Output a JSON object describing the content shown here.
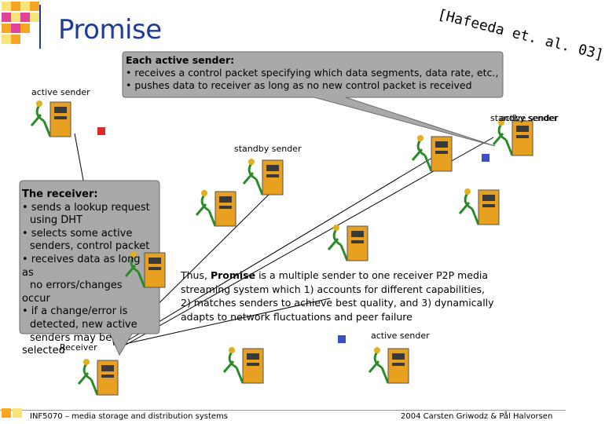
{
  "slide": {
    "title": "Promise",
    "citation": "[Hafeeda et. al. 03]"
  },
  "sender_callout": {
    "heading": "Each active sender:",
    "bullets": [
      "• receives a control packet specifying which data segments, data rate, etc.,",
      "• pushes data to receiver as long as no new control packet is received"
    ]
  },
  "receiver_callout": {
    "heading": "The receiver:",
    "lines": [
      "• sends a lookup request",
      "using DHT",
      "• selects some active",
      "senders, control packet",
      "• receives data as long",
      "as",
      "no errors/changes",
      "occur",
      "• if a change/error is",
      "detected, new active",
      "senders may be",
      "selected"
    ]
  },
  "summary": {
    "prefix": "Thus, ",
    "emphasis": "Promise",
    "body": " is a multiple sender to one receiver P2P media streaming system which 1) accounts for different capabilities, 2) matches senders to achieve best quality, and 3) dynamically adapts to network fluctuations and peer failure"
  },
  "labels": {
    "active_sender_top": "active sender",
    "standby_sender_right_a": "standby sender",
    "standby_sender_right_b": "active sender",
    "standby_sender_mid": "standby sender",
    "active_sender_bottom": "active sender",
    "receiver": "Receiver"
  },
  "footer": {
    "left": "INF5070 – media storage and distribution systems",
    "right": "2004  Carsten Griwodz & Pål Halvorsen"
  },
  "colors": {
    "title": "#1f3c99",
    "deco_orange": "#f5a623",
    "deco_magenta": "#e0449a",
    "deco_yellow": "#f8e27a",
    "callout_fill": "#a9a9a9",
    "red_marker": "#e02a2a",
    "blue_marker": "#3a4fc8",
    "link_line": "#000000"
  },
  "icons": [
    "computer-tower-icon",
    "dancing-figure-icon"
  ]
}
